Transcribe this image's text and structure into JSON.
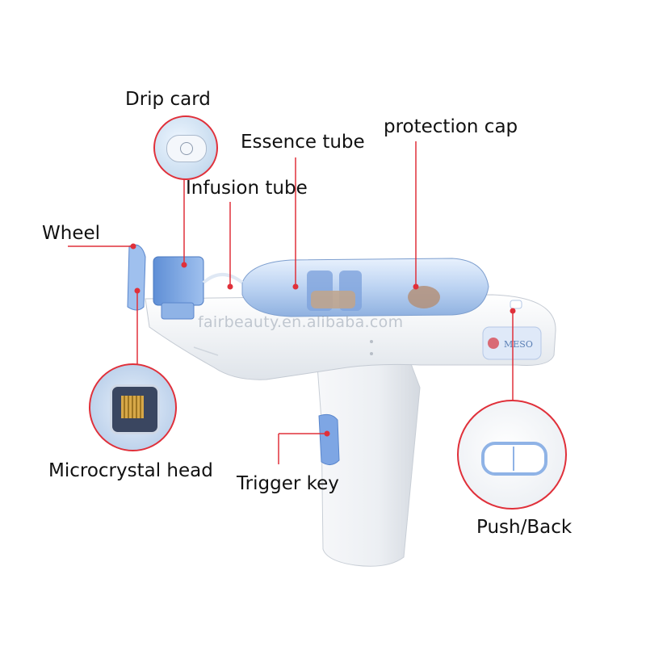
{
  "labels": {
    "drip_card": "Drip card",
    "essence_tube": "Essence tube",
    "protection_cap": "protection cap",
    "infusion_tube": "Infusion tube",
    "wheel": "Wheel",
    "microcrystal_head": "Microcrystal head",
    "trigger_key": "Trigger key",
    "push_back": "Push/Back"
  },
  "watermark": "fairbeauty.en.alibaba.com",
  "device_badge": {
    "brand_text": "MESO"
  },
  "colors": {
    "leader": "#e0303a",
    "device_body": "#f4f6f9",
    "accent_blue": "#6f9fe0",
    "tube_blue": "#a9c6ee"
  }
}
